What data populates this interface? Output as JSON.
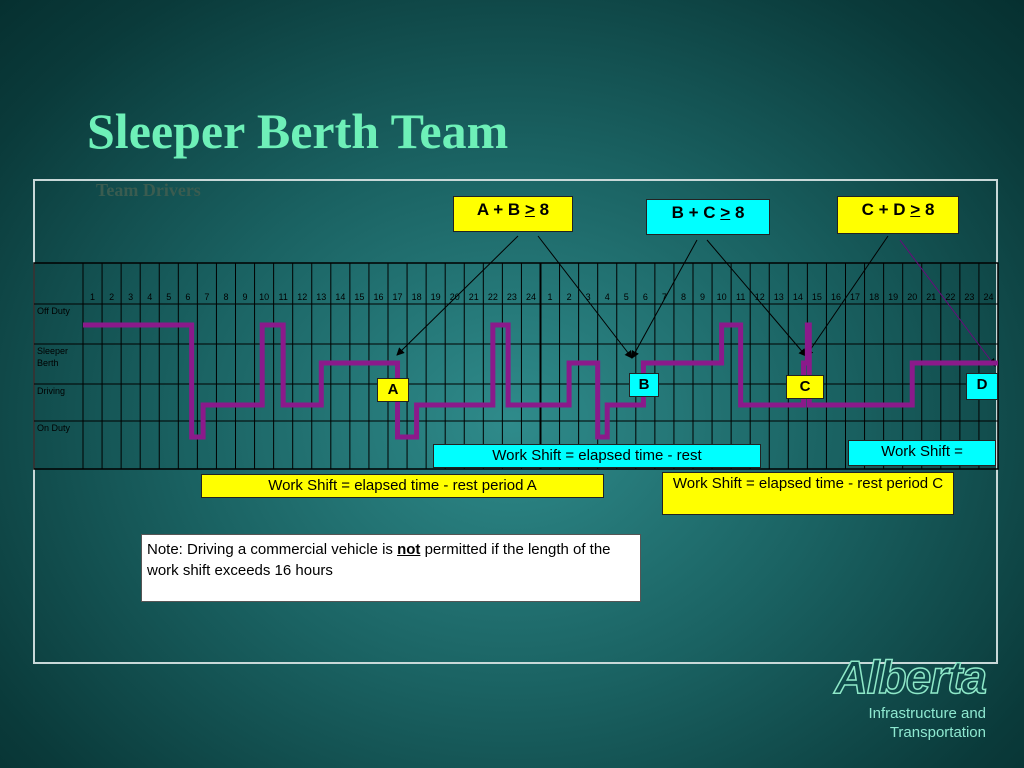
{
  "title": "Sleeper Berth Team",
  "subtitle": "Team Drivers",
  "chart": {
    "rows": [
      "Off Duty",
      "Sleeper Berth",
      "Driving",
      "On Duty"
    ],
    "hours": [
      "1",
      "2",
      "3",
      "4",
      "5",
      "6",
      "7",
      "8",
      "9",
      "10",
      "11",
      "12",
      "13",
      "14",
      "15",
      "16",
      "17",
      "18",
      "19",
      "20",
      "21",
      "22",
      "23",
      "24"
    ],
    "days": 2,
    "line_color": "#8b1a8b"
  },
  "labels": {
    "ab": {
      "left": "A + B",
      "op": ">",
      "right": "8"
    },
    "bc": {
      "left": "B + C",
      "op": ">",
      "right": "8"
    },
    "cd": {
      "left": "C + D",
      "op": ">",
      "right": "8"
    },
    "a": "A",
    "b": "B",
    "c": "C",
    "d": "D"
  },
  "work_shifts": {
    "ws1": "Work Shift = elapsed time - rest",
    "ws2": "Work Shift =",
    "ws3": "Work Shift = elapsed time - rest period A",
    "ws4": "Work Shift = elapsed time - rest period C"
  },
  "note": {
    "part1": "Note: Driving a commercial vehicle is ",
    "emphasis": "not",
    "part2": " permitted if the length of the work shift exceeds 16 hours"
  },
  "logo": {
    "name": "Alberta",
    "line1": "Infrastructure and",
    "line2": "Transportation"
  },
  "colors": {
    "title": "#6ef0b8",
    "duty_line": "#8b1a8b",
    "yellow_box": "#ffff00",
    "cyan_box": "#00ffff"
  }
}
